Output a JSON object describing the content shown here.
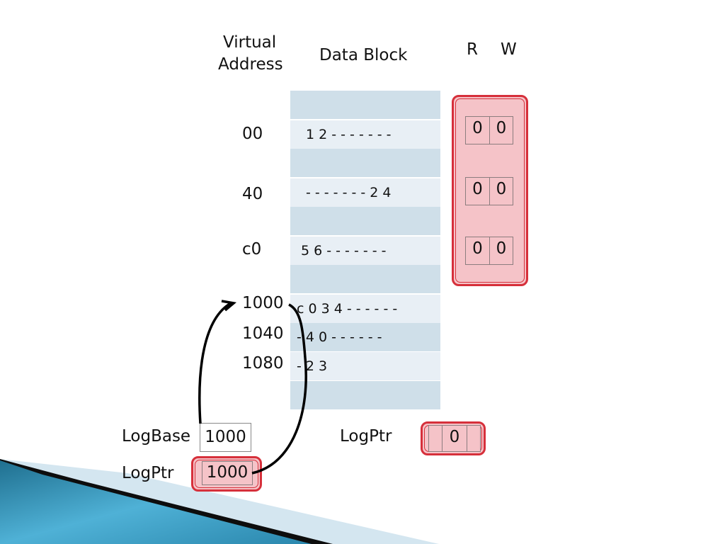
{
  "headers": {
    "virtual_address_line1": "Virtual",
    "virtual_address_line2": "Address",
    "data_block": "Data Block",
    "r": "R",
    "w": "W"
  },
  "addresses": [
    "00",
    "40",
    "c0",
    "1000",
    "1040",
    "1080"
  ],
  "data_rows": [
    {
      "text": ""
    },
    {
      "text": "1 2 - - - - - - -"
    },
    {
      "text": ""
    },
    {
      "text": "- - - - - - - 2 4"
    },
    {
      "text": ""
    },
    {
      "text": "5 6 - - - - - - -"
    },
    {
      "text": ""
    },
    {
      "text": "c 0 3 4 - - - - - -"
    },
    {
      "text": "- 4 0 - - - - - -"
    },
    {
      "text": "- 2 3"
    },
    {
      "text": ""
    }
  ],
  "rw_bits": [
    {
      "r": "0",
      "w": "0"
    },
    {
      "r": "0",
      "w": "0"
    },
    {
      "r": "0",
      "w": "0"
    }
  ],
  "log": {
    "logbase_label": "LogBase",
    "logbase_value": "1000",
    "logptr_label": "LogPtr",
    "logptr_value": "1000",
    "right_logptr_label": "LogPtr",
    "right_logptr_value": "0"
  },
  "colors": {
    "row_dark": "#cfdfe9",
    "row_light": "#e8eff5",
    "highlight_border": "#d6303b",
    "highlight_fill": "#f5c3c8",
    "decor_blue": "#3a9cc4"
  }
}
